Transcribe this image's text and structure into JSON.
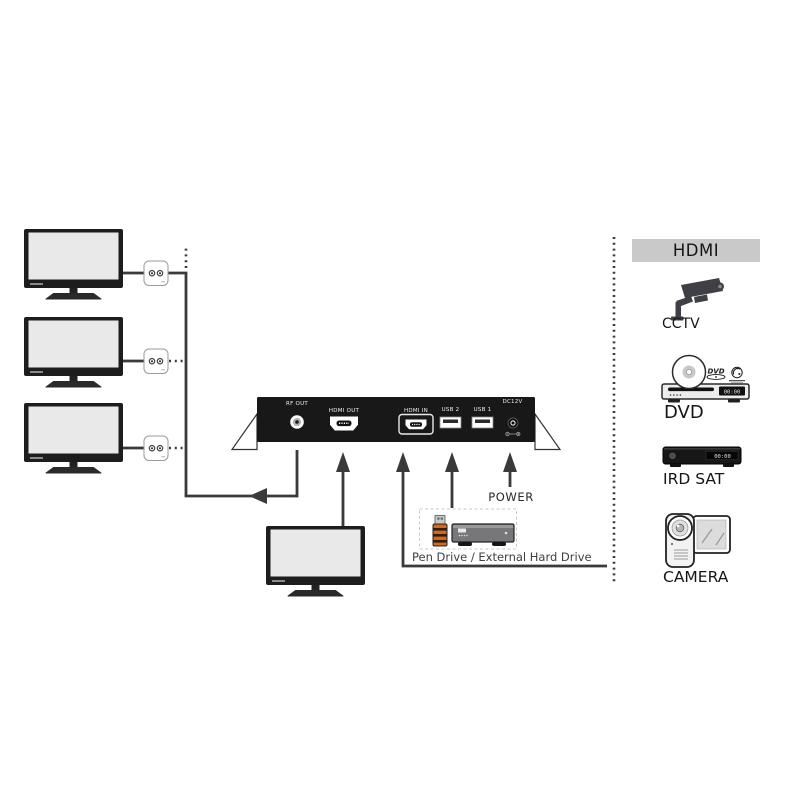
{
  "device": {
    "ports": {
      "rf_out": "RF OUT",
      "hdmi_out": "HDMI OUT",
      "hdmi_in": "HDMI IN",
      "usb2": "USB 2",
      "usb1": "USB 1",
      "dc12v": "DC12V"
    }
  },
  "annotations": {
    "power": "POWER",
    "pen_drive": "Pen Drive / External Hard Drive"
  },
  "sources_panel": {
    "header": "HDMI",
    "items": [
      {
        "id": "cctv",
        "label": "CCTV",
        "icon": "cctv-camera-icon"
      },
      {
        "id": "dvd",
        "label": "DVD",
        "icon": "dvd-player-icon"
      },
      {
        "id": "ird_sat",
        "label": "IRD SAT",
        "icon": "satellite-receiver-icon"
      },
      {
        "id": "camera",
        "label": "CAMERA",
        "icon": "camcorder-icon"
      }
    ]
  },
  "icon_details": {
    "dvd_logo": "DVD",
    "dvd_player_display": "00:00",
    "ird_sat_display": "00:00"
  },
  "icons": {
    "left_column": [
      "tv-icon",
      "wall-outlet-icon"
    ],
    "middle": [
      "up-arrow-icon",
      "left-arrow-icon",
      "usb-pen-drive-icon",
      "external-hard-drive-icon",
      "tv-icon"
    ],
    "device": [
      "rf-connector-icon",
      "hdmi-connector-icon",
      "usb-port-icon",
      "dc-jack-icon",
      "polarity-icon"
    ]
  },
  "colors": {
    "line": "#3a3a3a",
    "device_panel": "#181818",
    "tv_bezel": "#1d1d1d",
    "tv_screen": "#e9e9e9",
    "hdmi_box_bg": "#c9c9c9",
    "label_text": "#3f3f47",
    "pen_drive_accent": "#d2691e"
  }
}
